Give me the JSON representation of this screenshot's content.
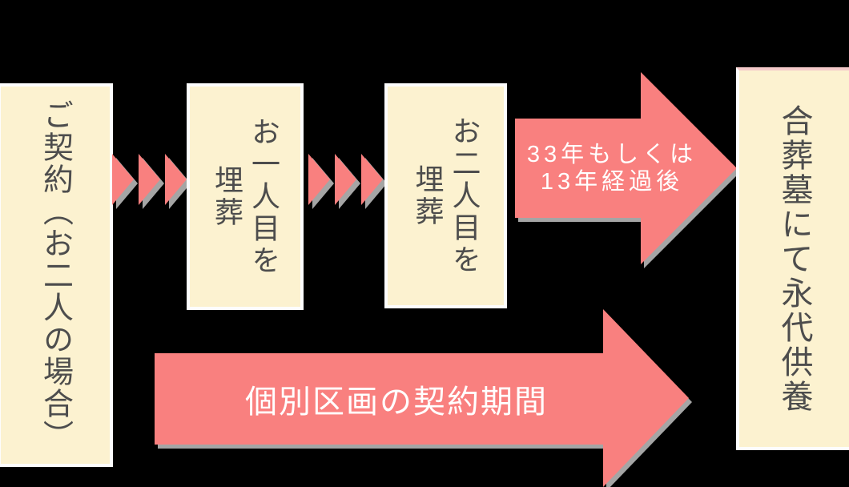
{
  "diagram": {
    "title": "burial-contract-flow",
    "background_color": "#000000",
    "colors": {
      "box_bg": "#fcf2d0",
      "box_border": "#fdfdfd",
      "box_text": "#4d4d4d",
      "arrow_pink": "#f9807f",
      "arrow_shadow": "#a5a5a5",
      "arrow_text": "#ffffff"
    },
    "steps": {
      "contract": {
        "label": "ご契約（お二人の場合）"
      },
      "first_burial": {
        "label": "お一人目を\n埋葬"
      },
      "second_burial": {
        "label": "お二人目を\n埋葬"
      },
      "final": {
        "label": "合葬墓にて永代供養"
      }
    },
    "arrows": {
      "elapsed": {
        "label": "33年もしくは\n13年経過後"
      },
      "period": {
        "label": "個別区画の契約期間"
      }
    },
    "icons": {
      "chevron": "chevron-right-icon"
    }
  }
}
